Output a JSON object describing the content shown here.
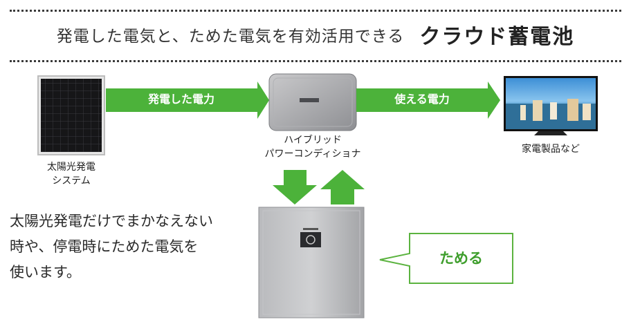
{
  "title": {
    "main": "発電した電気と、ためた電気を有効活用できる",
    "brand": "クラウド蓄電池"
  },
  "solar_panel": {
    "label_line1": "太陽光発電",
    "label_line2": "システム"
  },
  "inverter": {
    "label_line1": "ハイブリッド",
    "label_line2": "パワーコンディショナ"
  },
  "appliances": {
    "label": "家電製品など"
  },
  "arrows": {
    "generated_power": "発電した電力",
    "usable_power": "使える電力"
  },
  "description": {
    "line1": "太陽光発電だけでまかなえない",
    "line2": "時や、停電時にためた電気を",
    "line3": "使います。"
  },
  "storage_callout": "ためる",
  "colors": {
    "arrow_green": "#4cb23a",
    "callout_border": "#5bb33f",
    "callout_text": "#3e9e2c"
  }
}
